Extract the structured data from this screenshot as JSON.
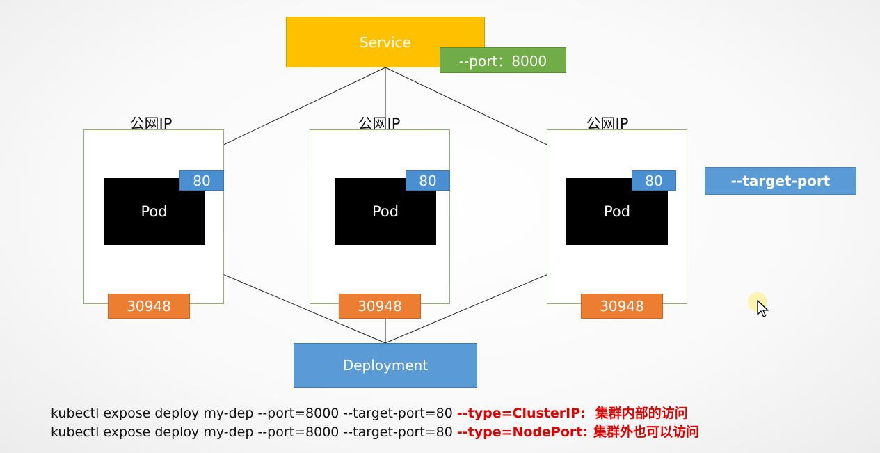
{
  "service": {
    "label": "Service",
    "port_label": "--port：8000"
  },
  "nodes": [
    {
      "title": "公网IP",
      "pod_label": "Pod",
      "container_port": "80",
      "node_port": "30948"
    },
    {
      "title": "公网IP",
      "pod_label": "Pod",
      "container_port": "80",
      "node_port": "30948"
    },
    {
      "title": "公网IP",
      "pod_label": "Pod",
      "container_port": "80",
      "node_port": "30948"
    }
  ],
  "target_port_label": "--target-port",
  "deployment": {
    "label": "Deployment"
  },
  "commands": [
    {
      "base": "kubectl expose deploy my-dep --port=8000 --target-port=80 ",
      "type_flag": "--type=ClusterIP:",
      "note": "集群内部的访问"
    },
    {
      "base": "kubectl expose deploy my-dep --port=8000 --target-port=80 ",
      "type_flag": "--type=NodePort:",
      "note": "集群外也可以访问"
    }
  ],
  "colors": {
    "service": "#ffc000",
    "service_port": "#70ad47",
    "container_port": "#4a8fd1",
    "node_port": "#ed7d31",
    "deployment": "#5b9bd5",
    "command_highlight": "#e00000"
  }
}
